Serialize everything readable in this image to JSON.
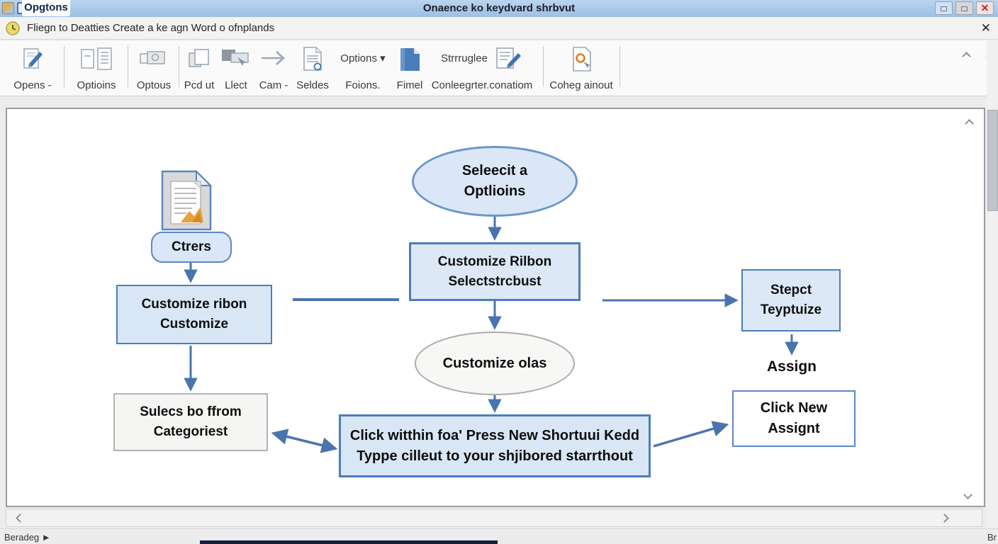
{
  "window": {
    "tab_label": "Opgtons",
    "title": "Onaence ko keydvard shrbvut",
    "close_glyph": "✕"
  },
  "info_bar": {
    "icon": "clock-icon",
    "text": "Fliegn to Deatties Create a ke agn Word o ofnplands",
    "close_glyph": "✕"
  },
  "toolbar": {
    "items": [
      {
        "icon": "edit-document-icon",
        "label": "Opens -"
      },
      {
        "icon": "documents-icon",
        "label": "Optioins"
      },
      {
        "icon": "frames-icon",
        "label": "Optous"
      },
      {
        "icon": "copy-folder-icon",
        "label": "Pcd ut"
      },
      {
        "icon": "paste-icon",
        "label": "Llect"
      },
      {
        "icon": "arrow-right-icon",
        "label": "Cam -"
      },
      {
        "icon": "document-lines-icon",
        "label": "Seldes"
      },
      {
        "icon": "dropdown",
        "top_label": "Options ▾",
        "label": "Foions."
      },
      {
        "icon": "blue-folder-icon",
        "label": "Fimel"
      },
      {
        "icon": "edit-pencil-icon",
        "top_label": "Strrruglee",
        "label": "Conleegrter.conatiom"
      },
      {
        "icon": "search-document-icon",
        "label": "Coheg ainout"
      }
    ]
  },
  "flowchart": {
    "file_card": {
      "icon": "document-chart-icon",
      "label": "Ctrers"
    },
    "left_box1": {
      "line1": "Customize ribon",
      "line2": "Customize"
    },
    "left_box2": {
      "line1": "Sulecs bo ffrom",
      "line2": "Categoriest"
    },
    "top_ellipse": {
      "line1": "Seleecit a",
      "line2": "Optlioins"
    },
    "center_box1": {
      "line1": "Customize Rilbon",
      "line2": "Selectstrcbust"
    },
    "mid_ellipse": {
      "label": "Customize olas"
    },
    "center_box2": {
      "line1": "Click witthin foa' Press New Shortuui Kedd",
      "line2": "Typpe cilleut to your shjibored starrthout"
    },
    "right_box1": {
      "line1": "Stepct",
      "line2": "Teyptuize"
    },
    "assign_label": "Assign",
    "right_box2": {
      "line1": "Click New",
      "line2": "Assignt"
    }
  },
  "status_bar": {
    "left": "Beradeg ►",
    "right": "Br"
  },
  "colors": {
    "titlebar": "#a9c8e8",
    "accent_blue": "#4a7ebb",
    "arrow_blue": "#4a74ae",
    "node_blue_fill": "#d9e6f6",
    "node_gray_fill": "#f5f5f3",
    "close_red": "#c22a1c"
  }
}
